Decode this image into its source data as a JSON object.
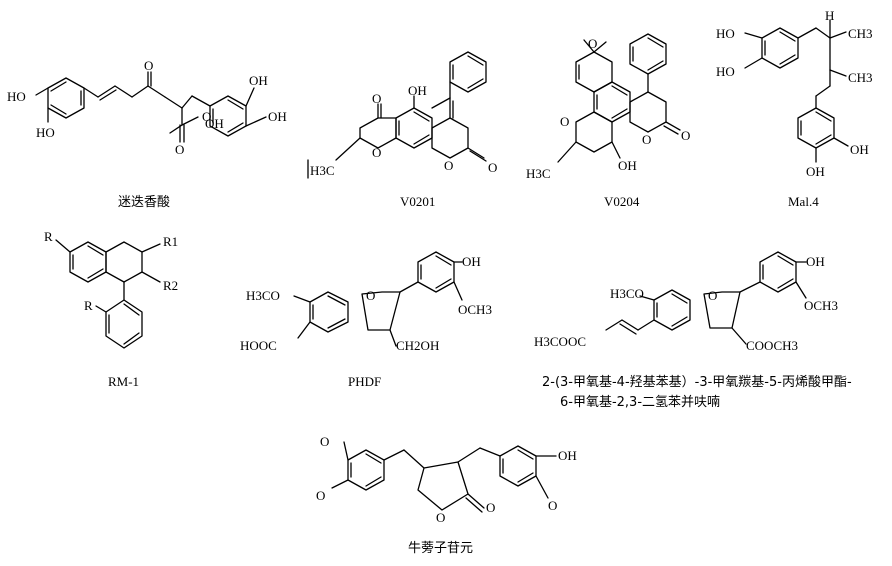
{
  "captions": {
    "rosmarinic": "迷迭香酸",
    "v0201": "V0201",
    "v0204": "V0204",
    "mal4": "Mal.4",
    "rm1": "RM-1",
    "phdf": "PHDF",
    "dihydrobenzofuran_line1": "2-(3-甲氧基-4-羟基苯基）-3-甲氧羰基-5-丙烯酸甲酯-",
    "dihydrobenzofuran_line2": "6-甲氧基-2,3-二氢苯并呋喃",
    "arctigenin": "牛蒡子苷元"
  },
  "atom_labels": {
    "ho": "HO",
    "oh": "OH",
    "o": "O",
    "h3c": "H3C",
    "h": "H",
    "ch3": "CH3",
    "r": "R",
    "r1": "R1",
    "r2": "R2",
    "h3co": "H3CO",
    "och3": "OCH3",
    "hooc": "HOOC",
    "ch2oh": "CH2OH",
    "h3cooc": "H3COOC",
    "cooch3": "COOCH3"
  }
}
